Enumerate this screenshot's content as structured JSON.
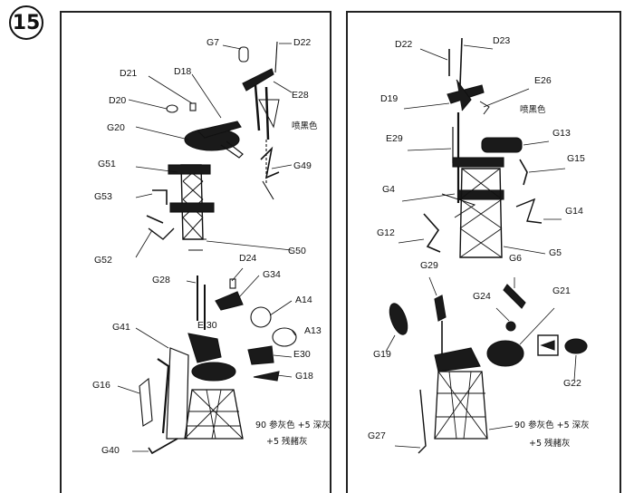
{
  "step_number": "15",
  "left_panel": {
    "labels": {
      "G7": "G7",
      "D22": "D22",
      "D21": "D21",
      "D18": "D18",
      "E28": "E28",
      "D20": "D20",
      "G20": "G20",
      "G49": "G49",
      "G51": "G51",
      "G53": "G53",
      "G52": "G52",
      "G50": "G50",
      "G28": "G28",
      "D24": "D24",
      "G34": "G34",
      "A14": "A14",
      "E30a": "E 30",
      "A13": "A13",
      "G41": "G41",
      "E30b": "E30",
      "G16": "G16",
      "G18": "G18",
      "G40": "G40"
    },
    "notes": {
      "paint_black": "喷黑色",
      "paint_mix_1": "90 参灰色 +5 深灰",
      "paint_mix_2": "+5 残赭灰"
    }
  },
  "right_panel": {
    "labels": {
      "D22": "D22",
      "D23": "D23",
      "E26": "E26",
      "D19": "D19",
      "E29": "E29",
      "G13": "G13",
      "G15": "G15",
      "G4": "G4",
      "G14": "G14",
      "G12": "G12",
      "G5": "G5",
      "G29": "G29",
      "G6": "G6",
      "G24": "G24",
      "G21": "G21",
      "G19": "G19",
      "G22": "G22",
      "G27": "G27"
    },
    "notes": {
      "paint_black": "喷黑色",
      "paint_mix_1": "90 参灰色 +5 深灰",
      "paint_mix_2": "+5 残赭灰"
    }
  }
}
